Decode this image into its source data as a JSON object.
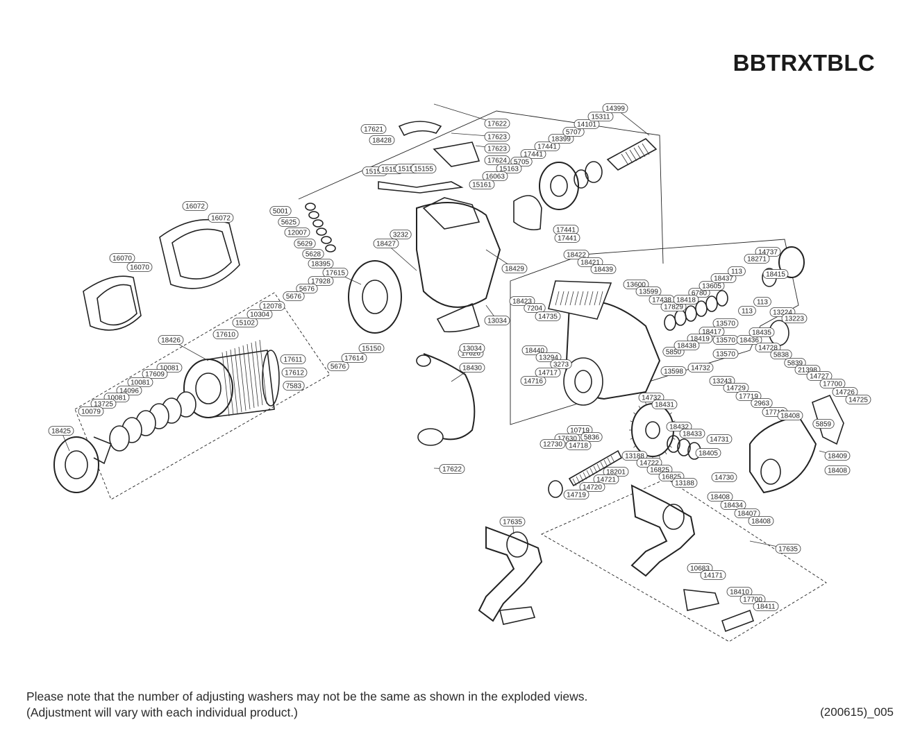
{
  "model_code": "BBTRXTBLC",
  "notes": [
    "Please note that the number of adjusting washers may not be the same as shown in the exploded views.",
    "(Adjustment will vary with each individual product.)"
  ],
  "doc_code": "(200615)_005",
  "part_labels": [
    "17622",
    "17621",
    "18428",
    "17623",
    "17623",
    "17624",
    "17441",
    "17441",
    "18399",
    "5707",
    "14101",
    "15311",
    "14399",
    "5705",
    "15163",
    "16063",
    "15161",
    "15152",
    "15153",
    "15154",
    "15155",
    "5001",
    "5625",
    "12007",
    "5629",
    "5628",
    "18395",
    "16072",
    "16072",
    "16070",
    "16070",
    "18427",
    "3232",
    "17615",
    "17928",
    "5676",
    "5676",
    "5676",
    "18429",
    "18426",
    "17610",
    "15102",
    "10304",
    "12078",
    "17611",
    "17612",
    "7583",
    "17614",
    "15150",
    "17626",
    "13034",
    "13034",
    "18430",
    "17622",
    "10081",
    "17609",
    "10081",
    "14096",
    "10081",
    "13725",
    "10079",
    "18425",
    "17441",
    "17441",
    "18422",
    "18421",
    "18439",
    "18423",
    "7204",
    "14735",
    "13600",
    "13599",
    "17438",
    "17829",
    "6780",
    "18418",
    "13605",
    "18437",
    "113",
    "113",
    "113",
    "14737",
    "18271",
    "18415",
    "13224",
    "13223",
    "18440",
    "13294",
    "3273",
    "14716",
    "14717",
    "5850",
    "14732",
    "13598",
    "13570",
    "13570",
    "13570",
    "18417",
    "18419",
    "18438",
    "18436",
    "18435",
    "14728",
    "5838",
    "5839",
    "21398",
    "14727",
    "17700",
    "14726",
    "14725",
    "13243",
    "14729",
    "17719",
    "2963",
    "17719",
    "18408",
    "5859",
    "18409",
    "18408",
    "14732",
    "18431",
    "18432",
    "18433",
    "14731",
    "18405",
    "14730",
    "18408",
    "18434",
    "18407",
    "18408",
    "10719",
    "17630",
    "5836",
    "12730",
    "14718",
    "13188",
    "14722",
    "16825",
    "16825",
    "13188",
    "18201",
    "14721",
    "14720",
    "14719",
    "17635",
    "17635",
    "10683",
    "14171",
    "18410",
    "17700",
    "18411"
  ]
}
